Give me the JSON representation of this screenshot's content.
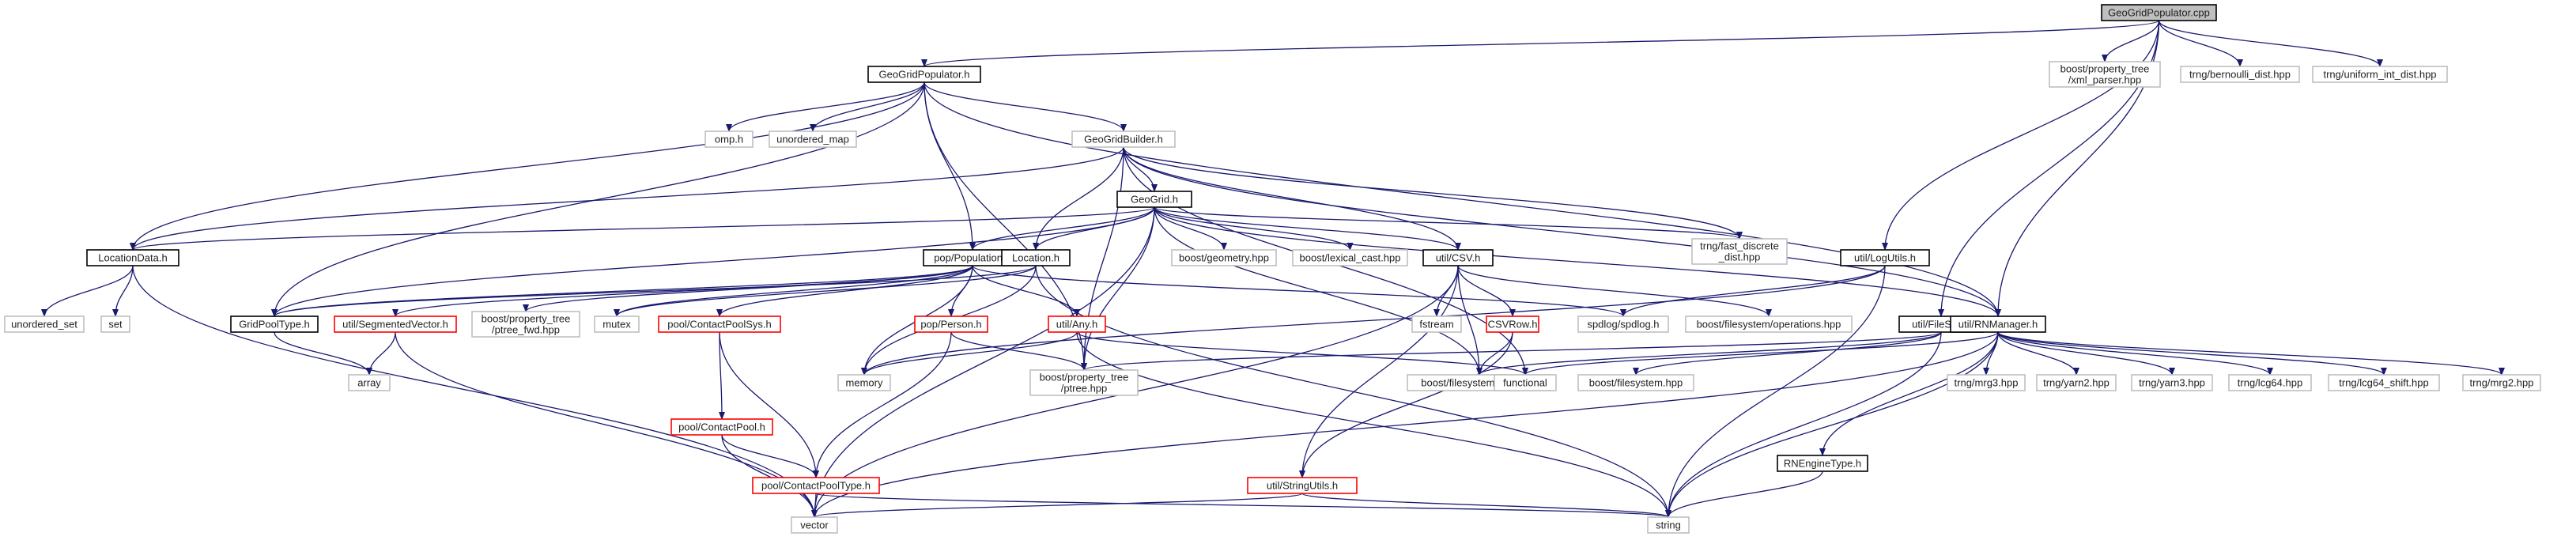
{
  "colors": {
    "edge": "#191970",
    "root_fill": "#bfbfbf",
    "box_black": "#000000",
    "box_gray": "#bfbfbf",
    "box_red": "#ff0000",
    "text": "#222222"
  },
  "nodes": [
    {
      "id": "root",
      "label": "GeoGridPopulator.cpp",
      "style": "root"
    },
    {
      "id": "geogridpop_h",
      "label": "GeoGridPopulator.h",
      "style": "black"
    },
    {
      "id": "ptree_xml",
      "label": "boost/property_tree\n/xml_parser.hpp",
      "style": "gray"
    },
    {
      "id": "bernoulli",
      "label": "trng/bernoulli_dist.hpp",
      "style": "gray"
    },
    {
      "id": "uniform_int",
      "label": "trng/uniform_int_dist.hpp",
      "style": "gray"
    },
    {
      "id": "omp",
      "label": "omp.h",
      "style": "gray"
    },
    {
      "id": "unordered_map",
      "label": "unordered_map",
      "style": "gray"
    },
    {
      "id": "geogridbuilder",
      "label": "GeoGridBuilder.h",
      "style": "gray"
    },
    {
      "id": "geogrid",
      "label": "GeoGrid.h",
      "style": "black"
    },
    {
      "id": "locationdata",
      "label": "LocationData.h",
      "style": "black"
    },
    {
      "id": "poppopulation",
      "label": "pop/Population.h",
      "style": "black"
    },
    {
      "id": "location",
      "label": "Location.h",
      "style": "black"
    },
    {
      "id": "geometry",
      "label": "boost/geometry.hpp",
      "style": "gray"
    },
    {
      "id": "lexical_cast",
      "label": "boost/lexical_cast.hpp",
      "style": "gray"
    },
    {
      "id": "utilcsv",
      "label": "util/CSV.h",
      "style": "black"
    },
    {
      "id": "fast_discrete",
      "label": "trng/fast_discrete\n_dist.hpp",
      "style": "gray"
    },
    {
      "id": "logutils",
      "label": "util/LogUtils.h",
      "style": "black"
    },
    {
      "id": "unordered_set",
      "label": "unordered_set",
      "style": "gray"
    },
    {
      "id": "set",
      "label": "set",
      "style": "gray"
    },
    {
      "id": "gridpooltype",
      "label": "GridPoolType.h",
      "style": "black"
    },
    {
      "id": "segmentedvector",
      "label": "util/SegmentedVector.h",
      "style": "red"
    },
    {
      "id": "ptree_fwd",
      "label": "boost/property_tree\n/ptree_fwd.hpp",
      "style": "gray"
    },
    {
      "id": "mutex",
      "label": "mutex",
      "style": "gray"
    },
    {
      "id": "contactpoolsys",
      "label": "pool/ContactPoolSys.h",
      "style": "red"
    },
    {
      "id": "person",
      "label": "pop/Person.h",
      "style": "red"
    },
    {
      "id": "any",
      "label": "util/Any.h",
      "style": "red"
    },
    {
      "id": "memory",
      "label": "memory",
      "style": "gray"
    },
    {
      "id": "fstream",
      "label": "fstream",
      "style": "gray"
    },
    {
      "id": "csvrow",
      "label": "CSVRow.h",
      "style": "red"
    },
    {
      "id": "spdlog",
      "label": "spdlog/spdlog.h",
      "style": "gray"
    },
    {
      "id": "fs_operations",
      "label": "boost/filesystem/operations.hpp",
      "style": "gray"
    },
    {
      "id": "filesys",
      "label": "util/FileSys.h",
      "style": "black"
    },
    {
      "id": "rnmanager",
      "label": "util/RNManager.h",
      "style": "black"
    },
    {
      "id": "array",
      "label": "array",
      "style": "gray"
    },
    {
      "id": "ptree_hpp",
      "label": "boost/property_tree\n/ptree.hpp",
      "style": "gray"
    },
    {
      "id": "fs_path",
      "label": "boost/filesystem/path.hpp",
      "style": "gray"
    },
    {
      "id": "functional",
      "label": "functional",
      "style": "gray"
    },
    {
      "id": "boost_fs",
      "label": "boost/filesystem.hpp",
      "style": "gray"
    },
    {
      "id": "mrg3",
      "label": "trng/mrg3.hpp",
      "style": "gray"
    },
    {
      "id": "yarn2",
      "label": "trng/yarn2.hpp",
      "style": "gray"
    },
    {
      "id": "yarn3",
      "label": "trng/yarn3.hpp",
      "style": "gray"
    },
    {
      "id": "lcg64",
      "label": "trng/lcg64.hpp",
      "style": "gray"
    },
    {
      "id": "lcg64_shift",
      "label": "trng/lcg64_shift.hpp",
      "style": "gray"
    },
    {
      "id": "mrg2",
      "label": "trng/mrg2.hpp",
      "style": "gray"
    },
    {
      "id": "contactpool",
      "label": "pool/ContactPool.h",
      "style": "red"
    },
    {
      "id": "rnenginetype",
      "label": "RNEngineType.h",
      "style": "black"
    },
    {
      "id": "contactpooltype",
      "label": "pool/ContactPoolType.h",
      "style": "red"
    },
    {
      "id": "stringutils",
      "label": "util/StringUtils.h",
      "style": "red"
    },
    {
      "id": "vector",
      "label": "vector",
      "style": "gray"
    },
    {
      "id": "string",
      "label": "string",
      "style": "gray"
    }
  ],
  "edges": [
    [
      "root",
      "geogridpop_h"
    ],
    [
      "root",
      "ptree_xml"
    ],
    [
      "root",
      "bernoulli"
    ],
    [
      "root",
      "uniform_int"
    ],
    [
      "root",
      "logutils"
    ],
    [
      "root",
      "rnmanager"
    ],
    [
      "root",
      "filesys"
    ],
    [
      "geogridpop_h",
      "omp"
    ],
    [
      "geogridpop_h",
      "unordered_map"
    ],
    [
      "geogridpop_h",
      "geogridbuilder"
    ],
    [
      "geogridpop_h",
      "locationdata"
    ],
    [
      "geogridpop_h",
      "poppopulation"
    ],
    [
      "geogridpop_h",
      "gridpooltype"
    ],
    [
      "geogridpop_h",
      "ptree_hpp"
    ],
    [
      "geogridpop_h",
      "rnmanager"
    ],
    [
      "geogridbuilder",
      "geogrid"
    ],
    [
      "geogridbuilder",
      "locationdata"
    ],
    [
      "geogridbuilder",
      "location"
    ],
    [
      "geogridbuilder",
      "utilcsv"
    ],
    [
      "geogridbuilder",
      "fast_discrete"
    ],
    [
      "geogridbuilder",
      "rnmanager"
    ],
    [
      "geogridbuilder",
      "ptree_hpp"
    ],
    [
      "geogridbuilder",
      "functional"
    ],
    [
      "geogrid",
      "locationdata"
    ],
    [
      "geogrid",
      "poppopulation"
    ],
    [
      "geogrid",
      "location"
    ],
    [
      "geogrid",
      "geometry"
    ],
    [
      "geogrid",
      "lexical_cast"
    ],
    [
      "geogrid",
      "utilcsv"
    ],
    [
      "geogrid",
      "fast_discrete"
    ],
    [
      "geogrid",
      "rnmanager"
    ],
    [
      "geogrid",
      "vector"
    ],
    [
      "geogrid",
      "ptree_hpp"
    ],
    [
      "geogrid",
      "gridpooltype"
    ],
    [
      "geogrid",
      "fs_path"
    ],
    [
      "locationdata",
      "unordered_set"
    ],
    [
      "locationdata",
      "set"
    ],
    [
      "locationdata",
      "vector"
    ],
    [
      "poppopulation",
      "gridpooltype"
    ],
    [
      "poppopulation",
      "segmentedvector"
    ],
    [
      "poppopulation",
      "ptree_fwd"
    ],
    [
      "poppopulation",
      "mutex"
    ],
    [
      "poppopulation",
      "contactpoolsys"
    ],
    [
      "poppopulation",
      "person"
    ],
    [
      "poppopulation",
      "any"
    ],
    [
      "poppopulation",
      "spdlog"
    ],
    [
      "poppopulation",
      "memory"
    ],
    [
      "location",
      "gridpooltype"
    ],
    [
      "location",
      "memory"
    ],
    [
      "location",
      "mutex"
    ],
    [
      "location",
      "string"
    ],
    [
      "utilcsv",
      "fstream"
    ],
    [
      "utilcsv",
      "csvrow"
    ],
    [
      "utilcsv",
      "fs_operations"
    ],
    [
      "utilcsv",
      "stringutils"
    ],
    [
      "utilcsv",
      "vector"
    ],
    [
      "utilcsv",
      "fs_path"
    ],
    [
      "logutils",
      "spdlog"
    ],
    [
      "logutils",
      "memory"
    ],
    [
      "logutils",
      "string"
    ],
    [
      "gridpooltype",
      "array"
    ],
    [
      "segmentedvector",
      "array"
    ],
    [
      "segmentedvector",
      "vector"
    ],
    [
      "contactpoolsys",
      "contactpool"
    ],
    [
      "contactpoolsys",
      "contactpooltype"
    ],
    [
      "person",
      "ptree_hpp"
    ],
    [
      "person",
      "contactpooltype"
    ],
    [
      "any",
      "memory"
    ],
    [
      "any",
      "functional"
    ],
    [
      "any",
      "string"
    ],
    [
      "csvrow",
      "fs_path"
    ],
    [
      "csvrow",
      "stringutils"
    ],
    [
      "filesys",
      "ptree_hpp"
    ],
    [
      "filesys",
      "fs_path"
    ],
    [
      "filesys",
      "boost_fs"
    ],
    [
      "filesys",
      "string"
    ],
    [
      "rnmanager",
      "functional"
    ],
    [
      "rnmanager",
      "rnenginetype"
    ],
    [
      "rnmanager",
      "mrg3"
    ],
    [
      "rnmanager",
      "yarn2"
    ],
    [
      "rnmanager",
      "yarn3"
    ],
    [
      "rnmanager",
      "lcg64"
    ],
    [
      "rnmanager",
      "lcg64_shift"
    ],
    [
      "rnmanager",
      "mrg2"
    ],
    [
      "rnmanager",
      "vector"
    ],
    [
      "rnmanager",
      "string"
    ],
    [
      "contactpool",
      "contactpooltype"
    ],
    [
      "contactpool",
      "vector"
    ],
    [
      "contactpooltype",
      "vector"
    ],
    [
      "contactpooltype",
      "string"
    ],
    [
      "rnenginetype",
      "string"
    ],
    [
      "stringutils",
      "vector"
    ],
    [
      "stringutils",
      "string"
    ]
  ]
}
